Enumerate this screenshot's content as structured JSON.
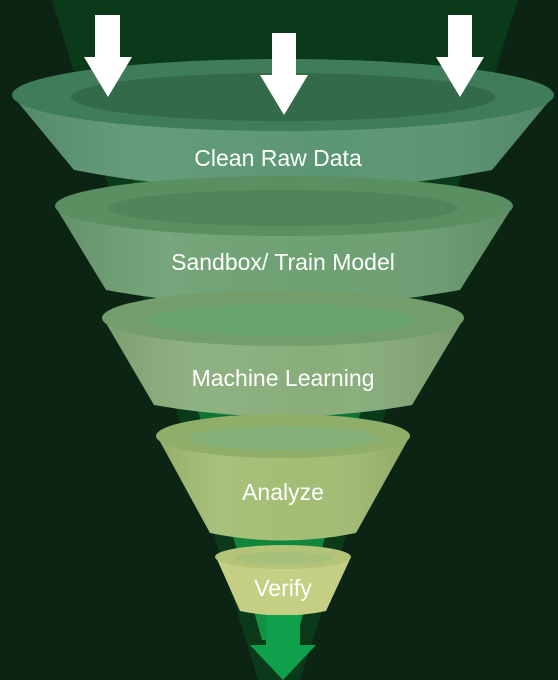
{
  "diagram": {
    "stages": [
      {
        "label": "Clean Raw Data",
        "color": "#5a9470"
      },
      {
        "label": "Sandbox/ Train Model",
        "color": "#6ea172"
      },
      {
        "label": "Machine Learning",
        "color": "#88ad7a"
      },
      {
        "label": "Analyze",
        "color": "#a2bd73"
      },
      {
        "label": "Verify",
        "color": "#c6cf84"
      }
    ],
    "input_arrows": {
      "count": 3,
      "icon": "arrow-down-icon",
      "color": "#ffffff"
    },
    "output_arrow": {
      "icon": "arrow-down-icon",
      "color": "#0ea04a"
    },
    "colors": {
      "background": "#0c2414",
      "beam": "#0a3a1a",
      "core": "#118a3e"
    }
  }
}
